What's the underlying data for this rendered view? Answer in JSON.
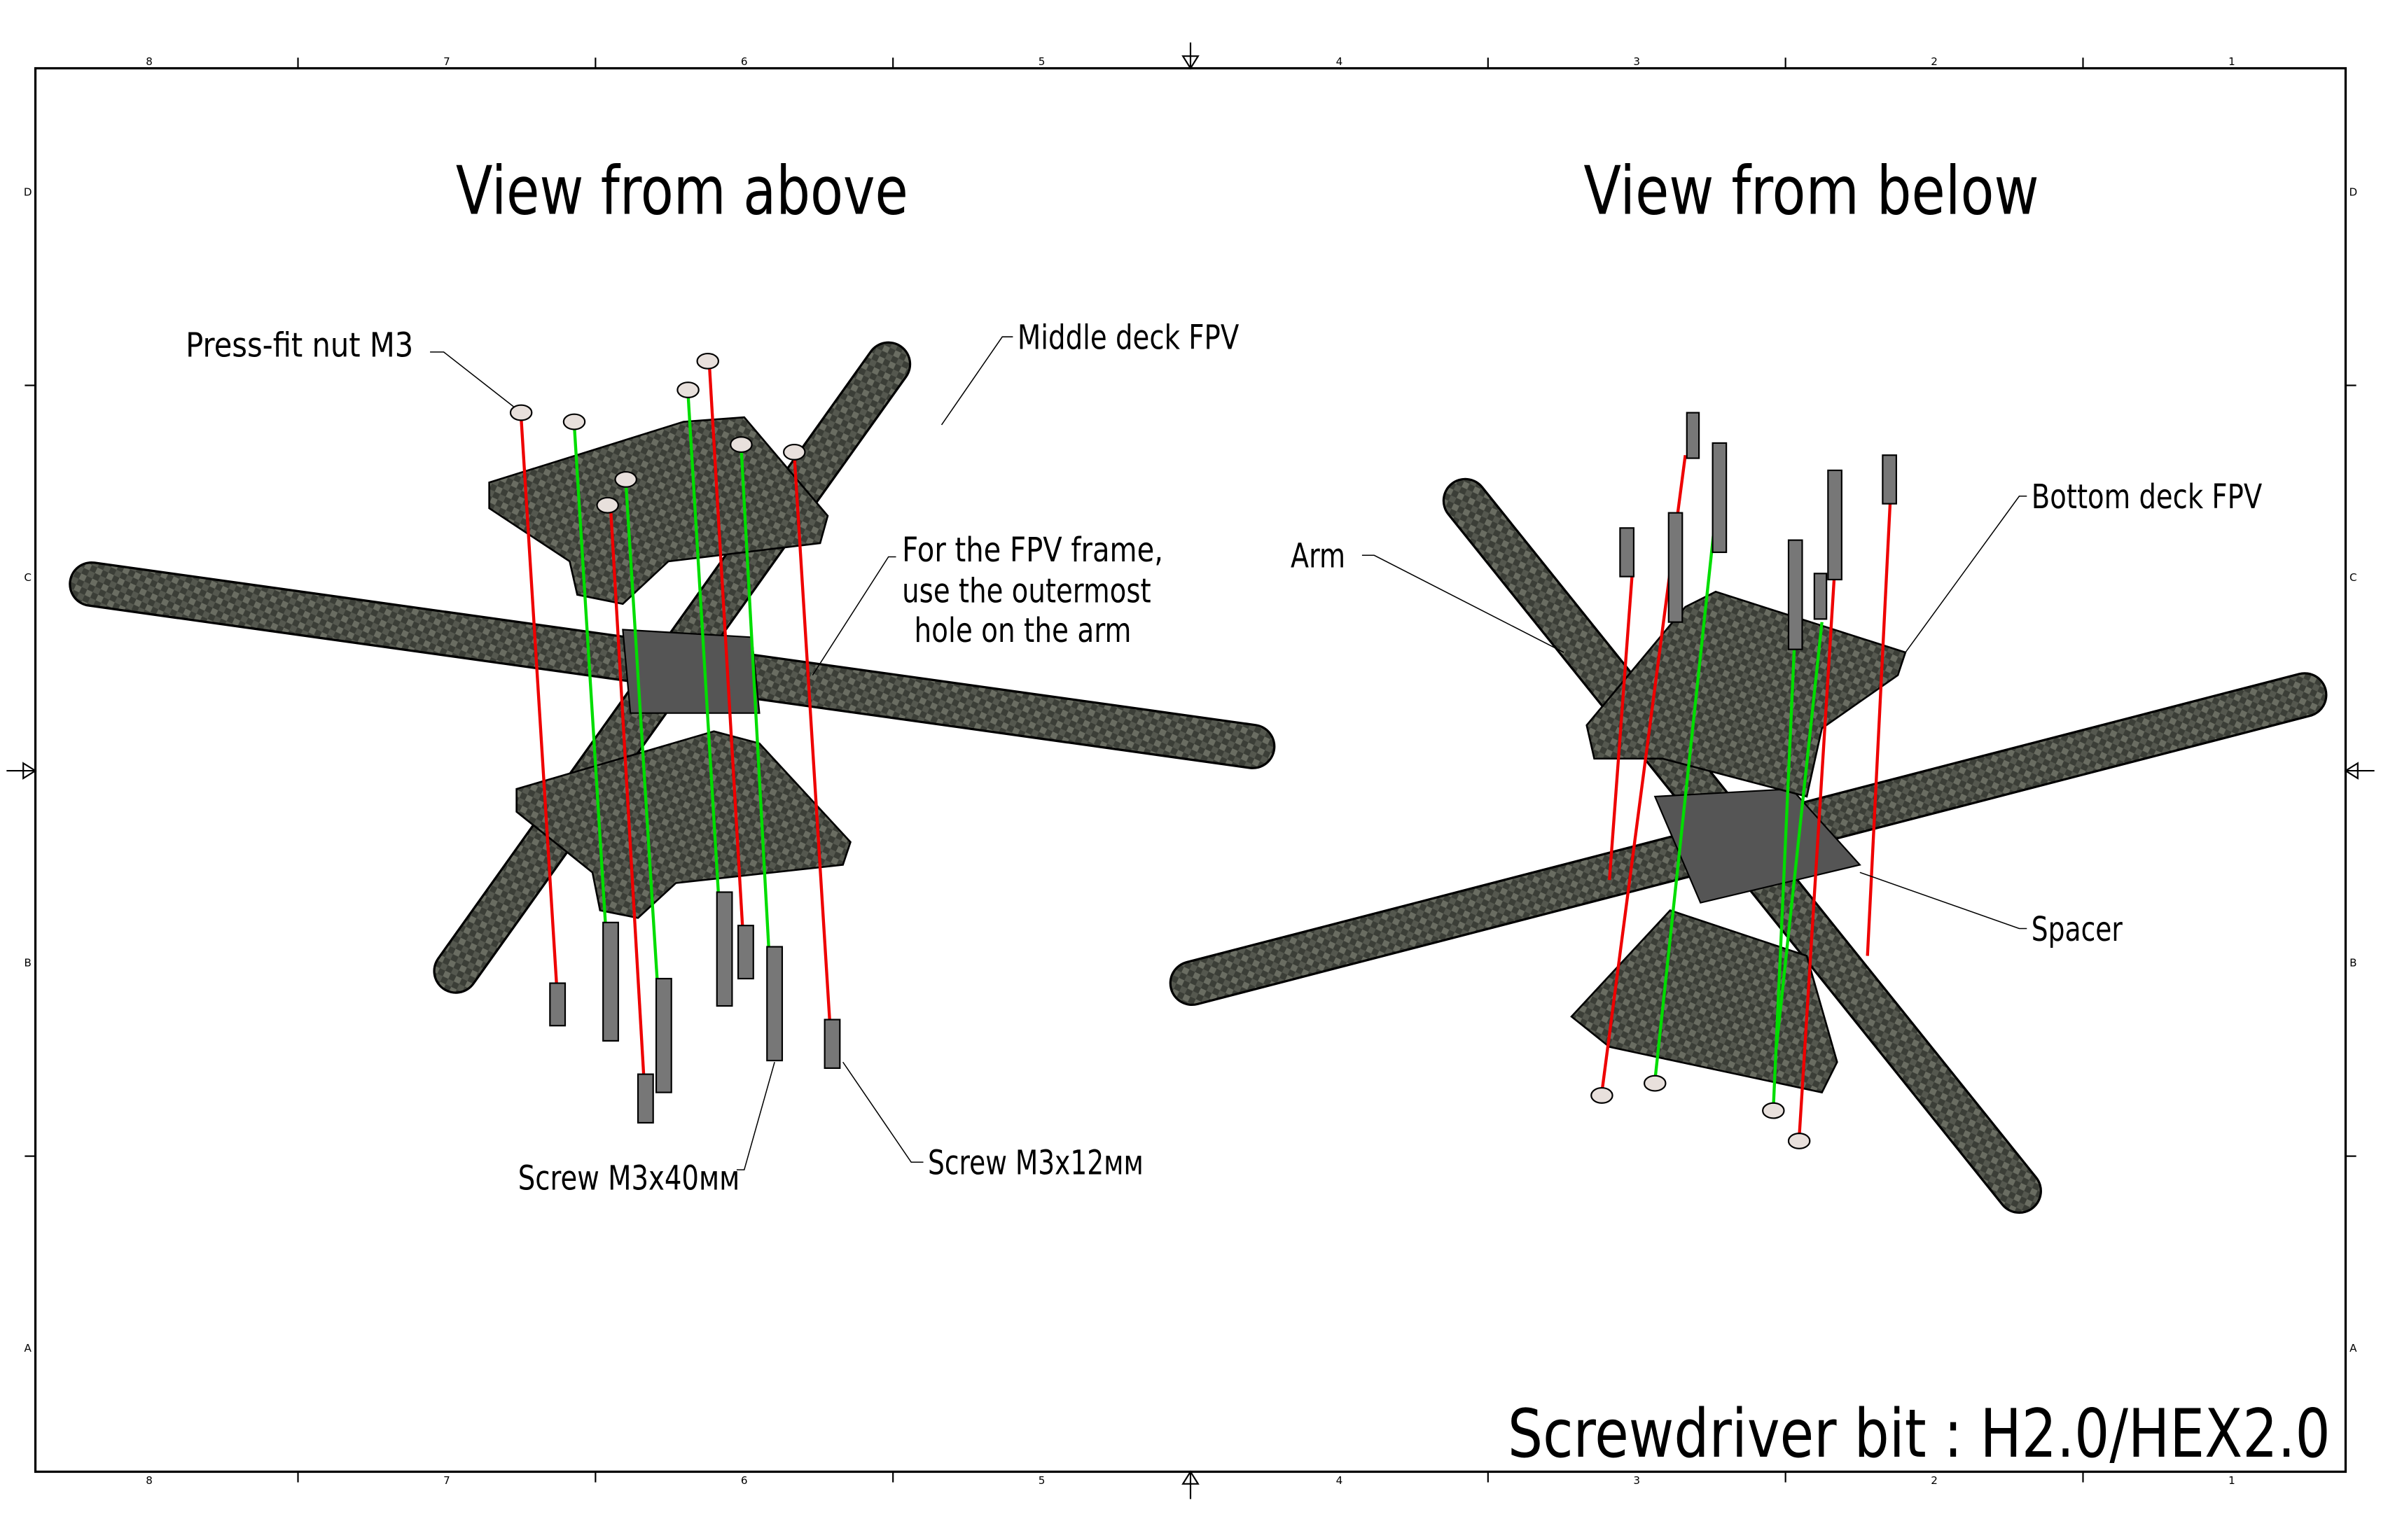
{
  "border": {
    "columns": [
      "8",
      "7",
      "6",
      "5",
      "4",
      "3",
      "2",
      "1"
    ],
    "rows": [
      "D",
      "C",
      "B",
      "A"
    ]
  },
  "titles": {
    "above": "View from above",
    "below": "View from below"
  },
  "callouts": {
    "press_fit_nut": "Press-fit nut M3",
    "middle_deck": "Middle deck FPV",
    "fpv_note_1": "For the FPV frame,",
    "fpv_note_2": "use the outermost",
    "fpv_note_3": "hole on the arm",
    "arm": "Arm",
    "bottom_deck": "Bottom deck FPV",
    "spacer": "Spacer",
    "screw_40": "Screw M3x40мм",
    "screw_12": "Screw M3x12мм"
  },
  "footer": {
    "screwdriver": "Screwdriver bit : H2.0/HEX2.0"
  },
  "colors": {
    "red_guide": "#e00000",
    "green_guide": "#00dd00",
    "carbon": "#3a3d36"
  }
}
